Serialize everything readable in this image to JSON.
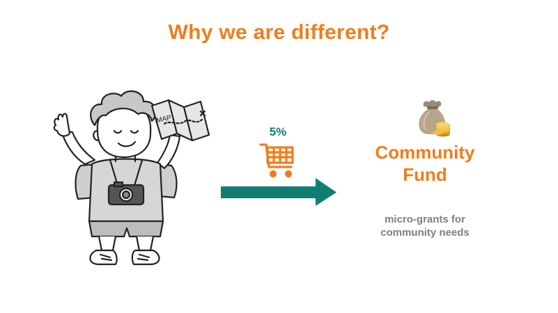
{
  "slide": {
    "title": "Why we are different?",
    "map_label": "MAP",
    "percentage": "5%",
    "fund_title_line1": "Community",
    "fund_title_line2": "Fund",
    "fund_subtitle_line1": "micro-grants for",
    "fund_subtitle_line2": "community needs"
  },
  "colors": {
    "accent_orange": "#f07d1c",
    "teal": "#0f7f74",
    "gray_text": "#7f7f7f"
  },
  "icons": [
    "traveler-illustration",
    "shopping-cart-icon",
    "right-arrow-icon",
    "money-bag-icon",
    "gold-coins-icon"
  ]
}
